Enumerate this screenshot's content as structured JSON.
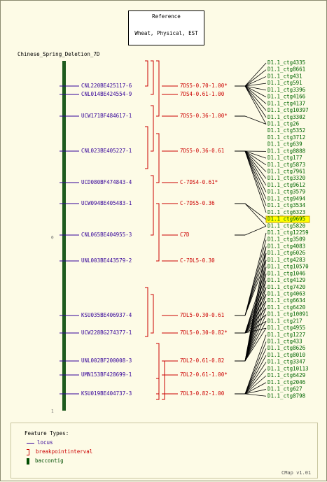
{
  "reference": {
    "label": "Reference",
    "subtitle": "Wheat, Physical, EST"
  },
  "map": {
    "title": "Chinese_Spring_Deletion_7D",
    "start_label": "0",
    "end_label": "1"
  },
  "loci": [
    "CNL220BE425117-6",
    "CNL014BE424554-9",
    "UCW171BF484617-1",
    "CNL023BE405227-1",
    "UCD080BF474843-4",
    "UCW094BE405483-1",
    "CNL065BE404955-3",
    "UNL003BE443579-2",
    "KSU035BE406937-4",
    "UCW228BG274377-1",
    "UNL002BF200008-3",
    "UMN153BF428699-1",
    "KSU019BE404737-3"
  ],
  "intervals": [
    "7DS5-0.70-1.00*",
    "7DS4-0.61-1.00",
    "7DS5-0.36-1.00*",
    "7DS5-0.36-0.61",
    "C-7DS4-0.61*",
    "C-7DS5-0.36",
    "C7D",
    "C-7DL5-0.30",
    "7DL5-0.30-0.61",
    "7DL5-0.30-0.82*",
    "7DL2-0.61-0.82",
    "7DL2-0.61-1.00*",
    "7DL3-0.82-1.00"
  ],
  "contigs": [
    "D1.1_ctg4335",
    "D1.1_ctg8661",
    "D1.1_ctg431",
    "D1.1_ctg591",
    "D1.1_ctg3396",
    "D1.1_ctg4166",
    "D1.1_ctg4137",
    "D1.1_ctg10397",
    "D1.1_ctg3302",
    "D1.1_ctg26",
    "D1.1_ctg5352",
    "D1.1_ctg3712",
    "D1.1_ctg639",
    "D1.1_ctg8888",
    "D1.1_ctg177",
    "D1.1_ctg5873",
    "D1.1_ctg7961",
    "D1.1_ctg3320",
    "D1.1_ctg9612",
    "D1.1_ctg3579",
    "D1.1_ctg9494",
    "D1.1_ctg3534",
    "D1.1_ctg6323",
    "D1.1_ctg9695",
    "D1.1_ctg5820",
    "D1.1_ctg12259",
    "D1.1_ctg3509",
    "D1.1_ctg4083",
    "D1.1_ctg6026",
    "D1.1_ctg4283",
    "D1.1_ctg10570",
    "D1.1_ctg1046",
    "D1.1_ctg4129",
    "D1.1_ctg7420",
    "D1.1_ctg4063",
    "D1.1_ctg6634",
    "D1.1_ctg6420",
    "D1.1_ctg10091",
    "D1.1_ctg217",
    "D1.1_ctg4955",
    "D1.1_ctg1227",
    "D1.1_ctg433",
    "D1.1_ctg8626",
    "D1.1_ctg8010",
    "D1.1_ctg3347",
    "D1.1_ctg10113",
    "D1.1_ctg6429",
    "D1.1_ctg2046",
    "D1.1_ctg627",
    "D1.1_ctg8798"
  ],
  "highlighted_contig": "D1.1_ctg9695",
  "legend": {
    "title": "Feature Types:",
    "items": [
      {
        "label": "locus",
        "icon": "line-icon",
        "color": "#330099"
      },
      {
        "label": "breakpointinterval",
        "icon": "bracket-icon",
        "color": "#cc0000"
      },
      {
        "label": "baccontig",
        "icon": "bar-icon",
        "color": "#004d00"
      }
    ]
  },
  "footer": "CMap v1.01",
  "colors": {
    "locus": "#330099",
    "interval": "#cc0000",
    "contig": "#006600",
    "map_bar": "#1e5b1e",
    "highlight": "#ffff00",
    "background": "#fdfbe6"
  }
}
